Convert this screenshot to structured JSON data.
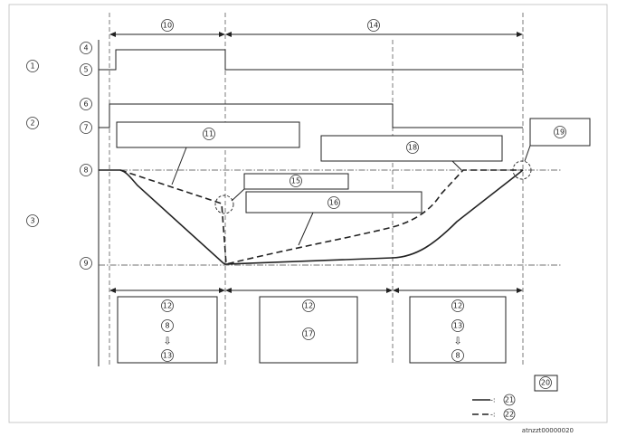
{
  "row_labels": {
    "r1": "1",
    "r2": "2",
    "r3": "3"
  },
  "levels": {
    "l4": "4",
    "l5": "5",
    "l6": "6",
    "l7": "7",
    "l8": "8",
    "l9": "9"
  },
  "spans": {
    "s10": "10",
    "s14": "14"
  },
  "callouts": {
    "c11": "11",
    "c15": "15",
    "c16": "16",
    "c18": "18",
    "c19": "19"
  },
  "phases": [
    {
      "top": "12",
      "mid": "8",
      "arrow": "⇩",
      "bottom": "13"
    },
    {
      "top": "12",
      "mid": "17"
    },
    {
      "top": "12",
      "mid": "13",
      "arrow": "⇩",
      "bottom": "8"
    }
  ],
  "corner_box": "20",
  "legend": {
    "solid_label": "21",
    "dashed_label": "22",
    "solid_prefix": "-:",
    "dashed_prefix": "-:"
  },
  "footer_code": "atnzzt00000020",
  "icons": {
    "phase_arrow": "down-outline-arrow-icon"
  }
}
